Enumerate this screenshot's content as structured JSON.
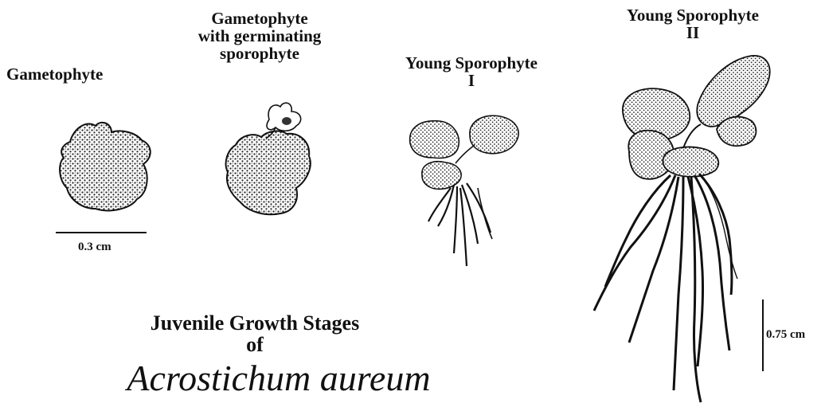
{
  "figure": {
    "labels": {
      "gametophyte": "Gametophyte",
      "germinating_line1": "Gametophyte",
      "germinating_line2": "with germinating",
      "germinating_line3": "sporophyte",
      "young1_line1": "Young Sporophyte",
      "young1_line2": "I",
      "young2_line1": "Young Sporophyte",
      "young2_line2": "II"
    },
    "scale_bars": {
      "small": "0.3 cm",
      "large": "0.75 cm"
    },
    "title": {
      "line1": "Juvenile Growth Stages",
      "line2": "of",
      "species": "Acrostichum aureum"
    }
  }
}
